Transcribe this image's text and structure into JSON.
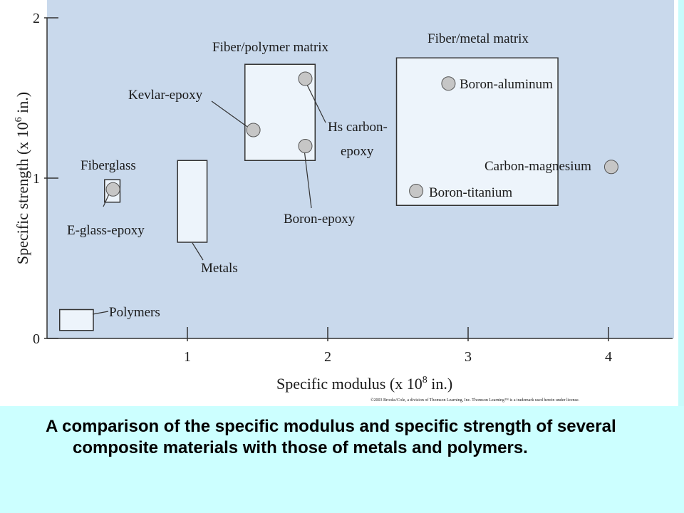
{
  "chart_data": {
    "type": "scatter",
    "title": "",
    "xlabel": "Specific modulus (x 10",
    "xlabel_sup": "8",
    "xlabel_tail": " in.)",
    "ylabel": "Specific strength (x 10",
    "ylabel_sup": "6",
    "ylabel_tail": " in.)",
    "xlim": [
      0,
      4.5
    ],
    "ylim": [
      0,
      2
    ],
    "x_ticks": [
      {
        "value": 1,
        "label": "1"
      },
      {
        "value": 2,
        "label": "2"
      },
      {
        "value": 3,
        "label": "3"
      },
      {
        "value": 4,
        "label": "4"
      }
    ],
    "y_ticks": [
      {
        "value": 0,
        "label": "0"
      },
      {
        "value": 1,
        "label": "1"
      },
      {
        "value": 2,
        "label": "2"
      }
    ],
    "grid": false,
    "colors": {
      "plot_bg": "#c9d9ec",
      "region_fill": "#edf4fb",
      "point_fill": "#c6c6c6",
      "stroke": "#333333"
    },
    "regions": [
      {
        "name": "Polymers",
        "x": [
          0.09,
          0.33
        ],
        "y": [
          0.05,
          0.18
        ]
      },
      {
        "name": "Metals",
        "x": [
          0.93,
          1.14
        ],
        "y": [
          0.6,
          1.11
        ]
      },
      {
        "name": "Fiberglass",
        "x": [
          0.41,
          0.52
        ],
        "y": [
          0.85,
          0.99
        ]
      },
      {
        "name": "Fiber/polymer matrix",
        "x": [
          1.41,
          1.91
        ],
        "y": [
          1.11,
          1.71
        ]
      },
      {
        "name": "Fiber/metal matrix",
        "x": [
          2.49,
          3.64
        ],
        "y": [
          0.83,
          1.75
        ]
      }
    ],
    "points": [
      {
        "name": "E-glass-epoxy",
        "x": 0.47,
        "y": 0.93
      },
      {
        "name": "Kevlar-epoxy",
        "x": 1.47,
        "y": 1.3
      },
      {
        "name": "Hs carbon-epoxy",
        "x": 1.84,
        "y": 1.62
      },
      {
        "name": "Boron-epoxy",
        "x": 1.84,
        "y": 1.2
      },
      {
        "name": "Boron-aluminum",
        "x": 2.86,
        "y": 1.59
      },
      {
        "name": "Carbon-magnesium",
        "x": 4.02,
        "y": 1.07
      },
      {
        "name": "Boron-titanium",
        "x": 2.63,
        "y": 0.92
      }
    ],
    "labels": {
      "polymers": "Polymers",
      "metals": "Metals",
      "fiberglass": "Fiberglass",
      "e_glass": "E-glass-epoxy",
      "fiber_polymer": "Fiber/polymer matrix",
      "fiber_metal": "Fiber/metal matrix",
      "kevlar": "Kevlar-epoxy",
      "hs_carbon_1": "Hs carbon-",
      "hs_carbon_2": "epoxy",
      "boron_epoxy": "Boron-epoxy",
      "boron_aluminum": "Boron-aluminum",
      "carbon_magnesium": "Carbon-magnesium",
      "boron_titanium": "Boron-titanium"
    }
  },
  "copyright": "©2003 Brooks/Cole, a division of Thomson Learning, Inc.  Thomson Learning™ is a trademark used herein under license.",
  "caption": "A comparison of the specific modulus and specific strength of several composite materials with those of metals and polymers."
}
